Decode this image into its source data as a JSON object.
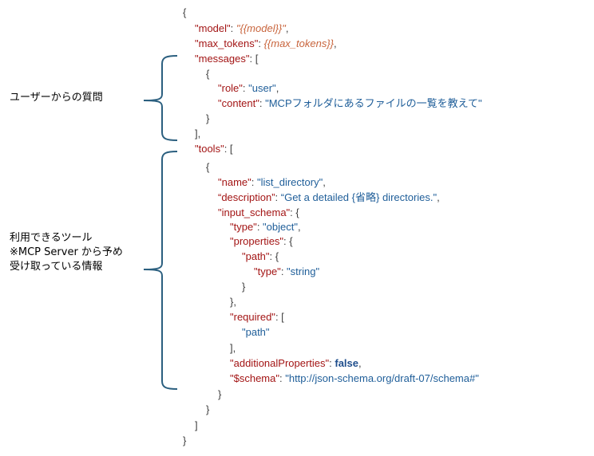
{
  "annotations": [
    {
      "lines": [
        "ユーザーからの質問"
      ]
    },
    {
      "lines": [
        "利用できるツール",
        "※MCP Server から予め",
        "受け取っている情報"
      ]
    }
  ],
  "code": {
    "open_brace": "{",
    "model_key": "\"model\"",
    "model_value": "{{model}}",
    "max_tokens_key": "\"max_tokens\"",
    "max_tokens_value": "{{max_tokens}}",
    "messages_key": "\"messages\"",
    "role_key": "\"role\"",
    "role_value": "\"user\"",
    "content_key": "\"content\"",
    "content_value": "\"MCPフォルダにあるファイルの一覧を教えて\"",
    "tools_key": "\"tools\"",
    "name_key": "\"name\"",
    "name_value": "\"list_directory\"",
    "description_key": "“description”",
    "description_value": "“Get a detailed {省略} directories.\"",
    "input_schema_key": "\"input_schema\"",
    "type_key": "\"type\"",
    "type_value": "\"object\"",
    "properties_key": "\"properties\"",
    "path_key": "\"path\"",
    "path_type_key": "\"type\"",
    "path_type_value": "\"string\"",
    "required_key": "\"required\"",
    "required_item": "\"path\"",
    "additional_properties_key": "\"additionalProperties\"",
    "additional_properties_value": "false",
    "schema_key": "\"$schema\"",
    "schema_value": "\"http://json-schema.org/draft-07/schema#\""
  },
  "colors": {
    "key": "#a31515",
    "string": "#1f5e99",
    "template": "#c8643c",
    "punctuation": "#404040",
    "brace_annotation": "#2b5f7f"
  }
}
